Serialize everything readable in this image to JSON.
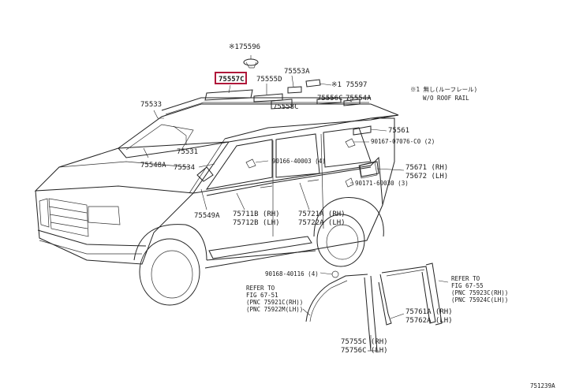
{
  "highlight_color": "#b0183a",
  "labels": {
    "p75596": "※175596",
    "p75557c": "75557C",
    "p75555d": "75555D",
    "p75553a": "75553A",
    "p75597": "※1 75597",
    "p75533": "75533",
    "p75556c": "75556C",
    "p75554a": "75554A",
    "p75558c": "75558C",
    "p75561": "75561",
    "p90167": "90167-07076-C0 (2)",
    "p75531": "75531",
    "p75548a": "75548A",
    "p75534": "75534",
    "p90166": "90166-40003 (4)",
    "p75671": "75671 (RH)",
    "p75672": "75672 (LH)",
    "p90171": "90171-60030 (3)",
    "p75549a": "75549A",
    "p75711b": "75711B (RH)",
    "p75712b": "75712B (LH)",
    "p75721a": "75721A (RH)",
    "p75722a": "75722A (LH)",
    "p90168": "90168-40116 (4)",
    "p75761a": "75761A (RH)",
    "p75762a": "75762A (LH)",
    "p75755c": "75755C (RH)",
    "p75756c": "75756C (LH)",
    "note1_a": "※1 無し(ルーフレール)",
    "note1_b": "W/O ROOF RAIL",
    "refer_left_1": "REFER TO",
    "refer_left_2": "FIG 67-51",
    "refer_left_3": "(PNC 75921C(RH))",
    "refer_left_4": "(PNC 75922M(LH))",
    "refer_right_1": "REFER TO",
    "refer_right_2": "FIG 67-55",
    "refer_right_3": "(PNC 75923C(RH))",
    "refer_right_4": "(PNC 75924C(LH))",
    "figure_id": "751239A"
  }
}
